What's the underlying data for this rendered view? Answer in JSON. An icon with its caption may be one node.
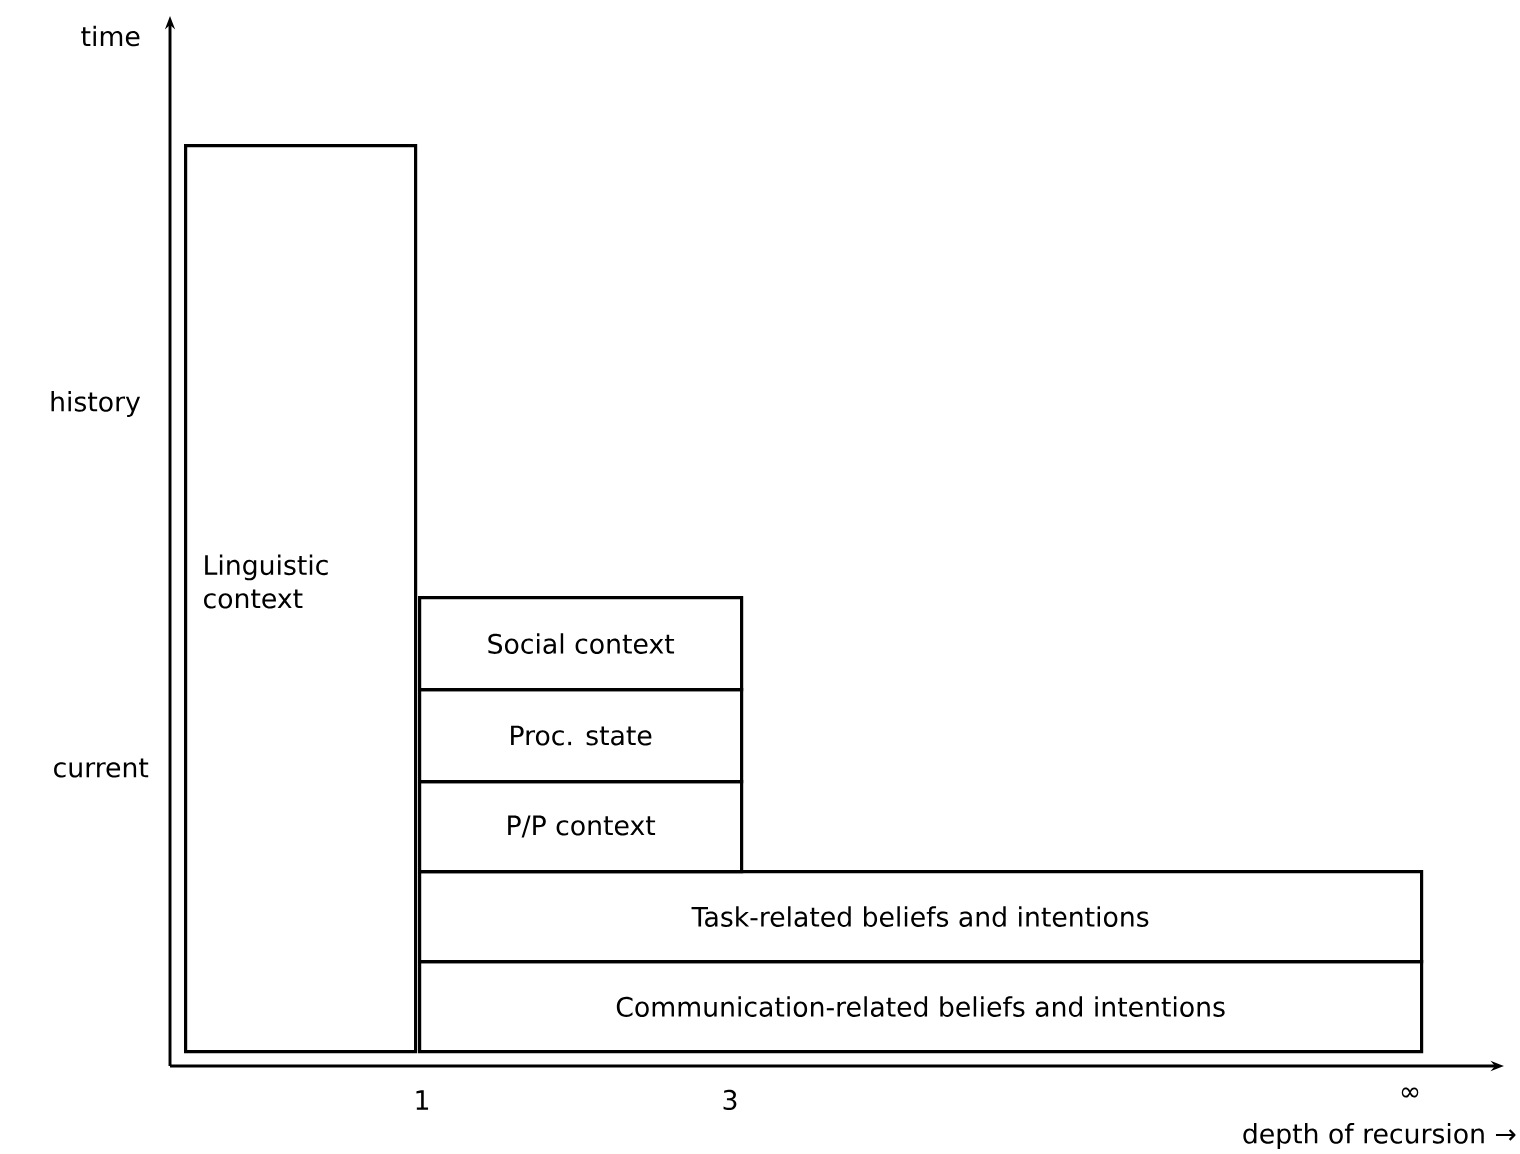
{
  "diagram": {
    "nodes": [
      {
        "text": [
          "Linguistic context"
        ]
      },
      {
        "text": [
          "Social context"
        ]
      },
      {
        "text": [
          "Proc. state"
        ]
      },
      {
        "text": [
          "P/P context"
        ]
      },
      {
        "text": [
          "Task-related beliefs and intentions"
        ]
      },
      {
        "text": [
          "Communication-related beliefs and intentions"
        ]
      }
    ],
    "labels": [
      "time",
      "history",
      "current",
      "1",
      "3",
      "∞",
      "depth of recursion →"
    ]
  }
}
